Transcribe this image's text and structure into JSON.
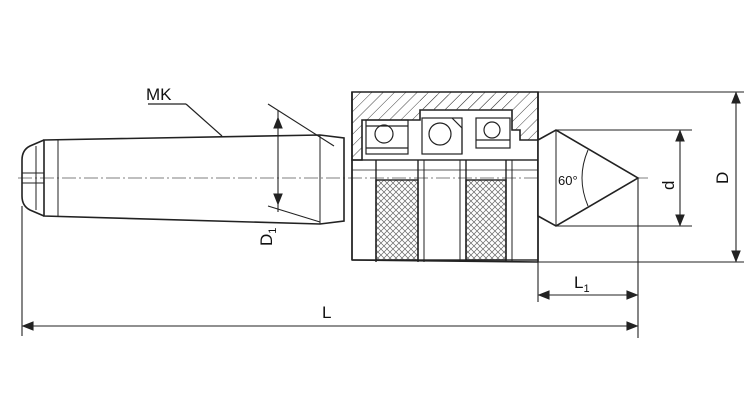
{
  "labels": {
    "taper": "MK",
    "diameter_taper": "D",
    "diameter_taper_sub": "1",
    "angle": "60°",
    "diameter_small": "d",
    "diameter_big": "D",
    "length_total": "L",
    "length_tip": "L",
    "length_tip_sub": "1"
  },
  "colors": {
    "line": "#222222",
    "hatch": "#444444",
    "knurl": "#666666",
    "background": "#ffffff"
  }
}
